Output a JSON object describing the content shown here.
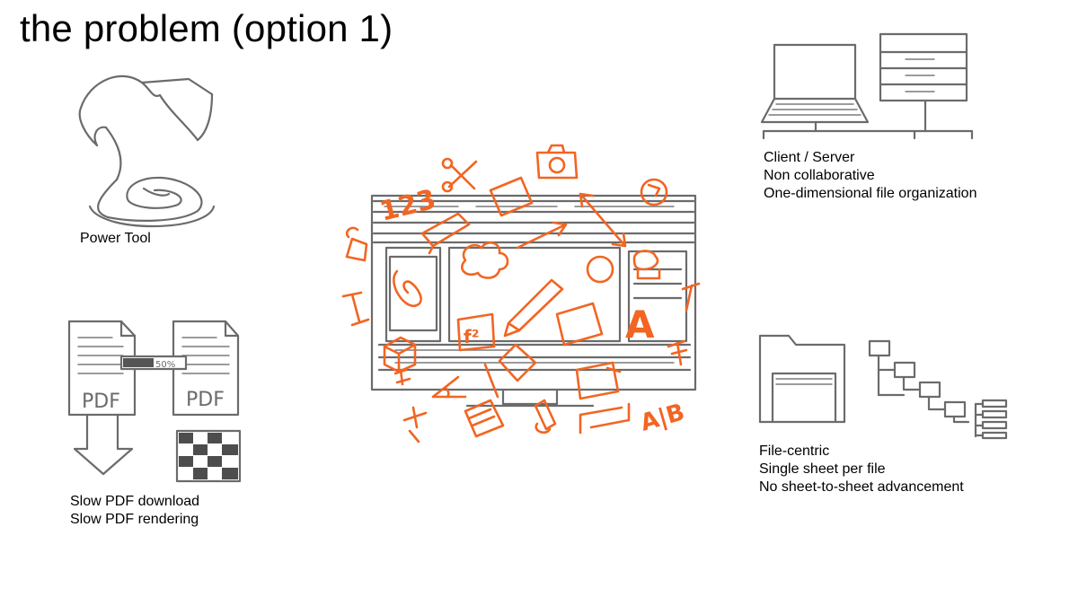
{
  "slide": {
    "title": "the problem (option 1)"
  },
  "power_tool": {
    "icon": "power-tool-icon",
    "caption": "Power Tool"
  },
  "pdf": {
    "icon": "pdf-documents-icon",
    "left_doc_label": "PDF",
    "right_doc_label": "PDF",
    "progress_label": "50%",
    "progress_value": 0.5,
    "caption_lines": [
      "Slow PDF download",
      "Slow PDF rendering"
    ]
  },
  "client_server": {
    "icon": "client-server-icon",
    "caption_lines": [
      "Client / Server",
      "Non collaborative",
      "One-dimensional file organization"
    ]
  },
  "file_centric": {
    "icon": "folder-tree-icon",
    "caption_lines": [
      "File-centric",
      "Single sheet per file",
      "No sheet-to-sheet advancement"
    ]
  },
  "center": {
    "icon": "cluttered-app-window-icon",
    "accent_color": "#f26522",
    "sketch_color": "#6b6b6b",
    "doodles": {
      "numbers": "123",
      "text_tool": "A",
      "letters": "A|B",
      "formula": "f²"
    }
  }
}
